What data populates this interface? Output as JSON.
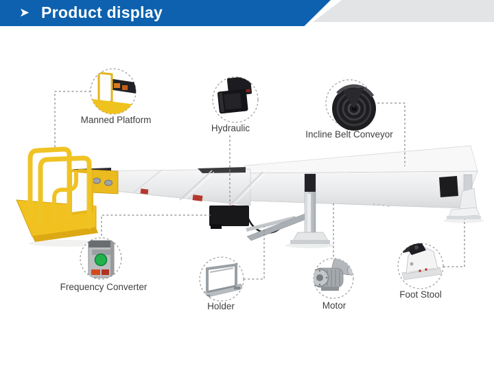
{
  "header": {
    "arrow_icon": "➤",
    "title": "Product display"
  },
  "callouts": [
    {
      "id": "manned-platform",
      "label": "Manned Platform"
    },
    {
      "id": "hydraulic",
      "label": "Hydraulic"
    },
    {
      "id": "incline-belt-conveyor",
      "label": "Incline Belt Conveyor"
    },
    {
      "id": "frequency-converter",
      "label": "Frequency Converter"
    },
    {
      "id": "holder",
      "label": "Holder"
    },
    {
      "id": "motor",
      "label": "Motor"
    },
    {
      "id": "foot-stool",
      "label": "Foot Stool"
    }
  ],
  "colors": {
    "banner_blue": "#0d61ae",
    "banner_gray": "#e3e4e6",
    "platform_yellow": "#f0c325",
    "machine_body": "#eceded",
    "dark_parts": "#1b1b1e",
    "label_text": "#3e3e40",
    "connector_gray": "#8a8a8a",
    "sticker_red": "#b5372e",
    "button_green": "#22b24c"
  }
}
